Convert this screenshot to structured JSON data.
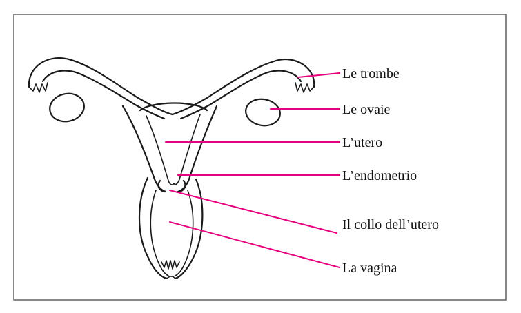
{
  "diagram": {
    "leader_color": "#e6007e",
    "labels": {
      "trombe": "Le trombe",
      "ovaie": "Le ovaie",
      "utero": "L’utero",
      "endometrio": "L’endometrio",
      "collo": "Il collo dell’utero",
      "vagina": "La vagina"
    }
  }
}
